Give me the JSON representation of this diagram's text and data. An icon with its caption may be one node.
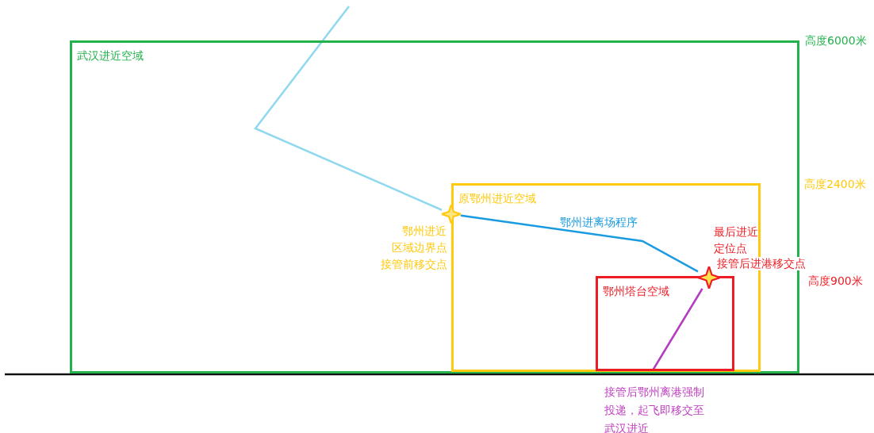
{
  "diagram": {
    "nodes": [
      {
        "text": [
          "武汉进近空域"
        ]
      },
      {
        "text": [
          "原鄂州进近空域"
        ],
        "in": 0
      },
      {
        "text": [
          "鄂州塔台空域"
        ],
        "in": 1
      },
      {
        "text": [],
        "shape": "star",
        "in": 0,
        "beside": [
          "鄂州进近",
          "区域边界点",
          "接管前移交点"
        ]
      },
      {
        "text": [],
        "shape": "star",
        "in": 1,
        "beside": [
          "最后进近定位点",
          "接管后进港移交点"
        ]
      }
    ],
    "labels": [
      "高度6000米",
      "高度2400米",
      "高度900米",
      "接管后鄂州离港强制投递，起飞即移交至武汉进近"
    ],
    "edges": [
      {
        "from": null,
        "to": 3,
        "arrow": "none",
        "color": "#8fd8f0"
      },
      {
        "from": 3,
        "to": 4,
        "arrow": "none",
        "label": "鄂州进离场程序",
        "color": "#1a9be0"
      },
      {
        "from": 2,
        "to": 4,
        "arrow": "none",
        "color": "#b53cc0"
      }
    ]
  }
}
